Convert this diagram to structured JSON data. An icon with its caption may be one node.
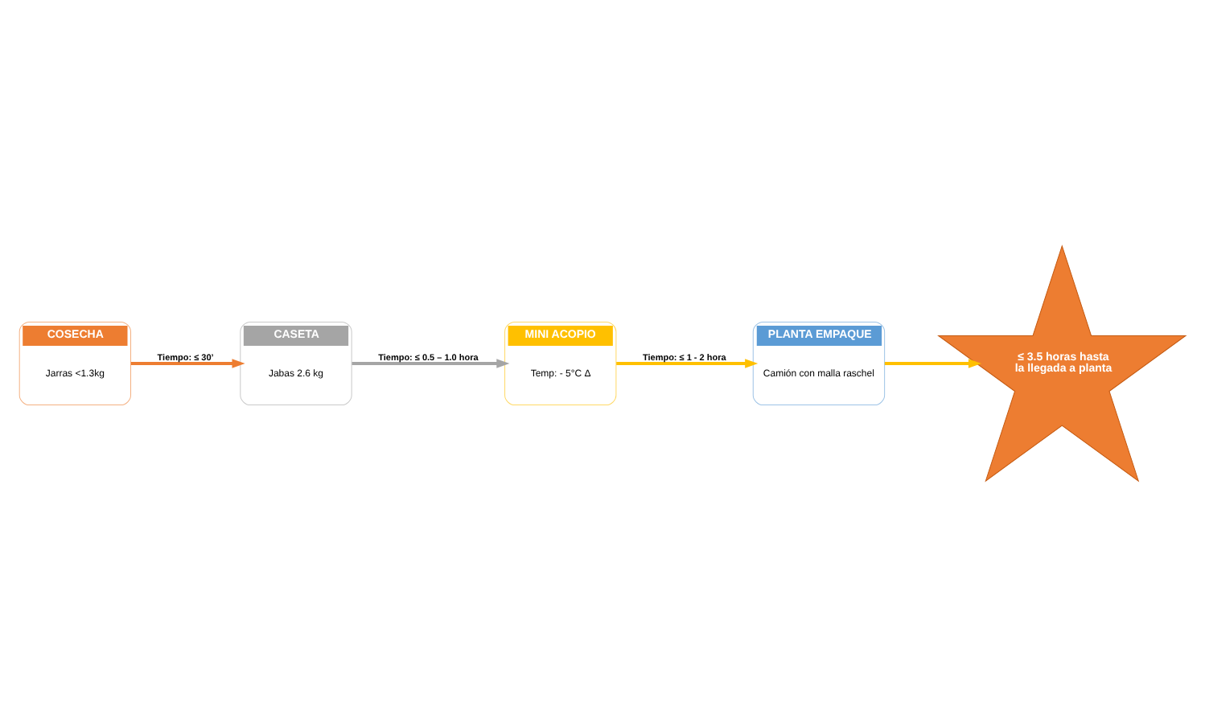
{
  "diagram": {
    "nodes": [
      {
        "text": [
          "COSECHA",
          "Jarras <1.3kg"
        ]
      },
      {
        "text": [
          "CASETA",
          "Jabas 2.6 kg"
        ]
      },
      {
        "text": [
          "MINI ACOPIO",
          "Temp: - 5°C Δ"
        ]
      },
      {
        "text": [
          "PLANTA EMPAQUE",
          "Camión con malla raschel"
        ]
      },
      {
        "text": [
          "≤ 3.5 horas hasta la llegada a planta"
        ]
      }
    ],
    "edges": [
      {
        "from": 0,
        "to": 1,
        "arrow": "to",
        "label": "Tiempo: ≤ 30’",
        "color": "#ed7d31"
      },
      {
        "from": 1,
        "to": 2,
        "arrow": "to",
        "label": "Tiempo: ≤ 0.5 – 1.0 hora",
        "color": "#a5a5a5"
      },
      {
        "from": 2,
        "to": 3,
        "arrow": "to",
        "label": "Tiempo: ≤ 1 - 2 hora",
        "color": "#ffc000"
      },
      {
        "from": 3,
        "to": 4,
        "arrow": "to",
        "color": "#ffc000"
      }
    ]
  }
}
